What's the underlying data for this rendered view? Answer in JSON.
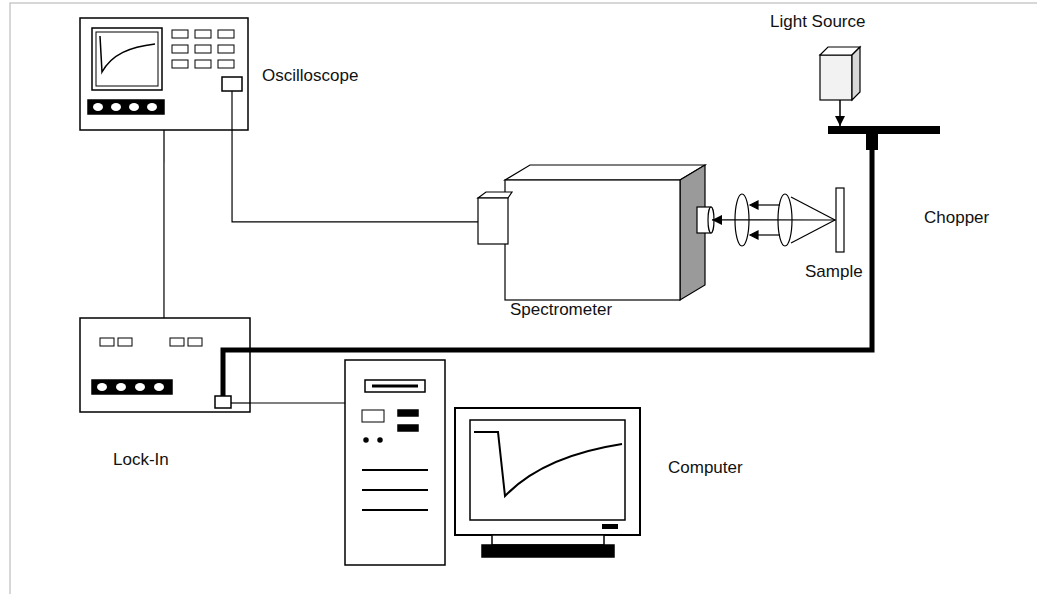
{
  "diagram": {
    "nodes": [
      {
        "text": [
          "Oscilloscope"
        ]
      },
      {
        "text": [
          "Light Source"
        ]
      },
      {
        "text": [
          "Chopper"
        ]
      },
      {
        "text": [
          "Sample"
        ]
      },
      {
        "text": [
          "Spectrometer"
        ]
      },
      {
        "text": [
          "Lock-In"
        ]
      },
      {
        "text": [
          "Computer"
        ]
      }
    ],
    "edges": [
      {
        "from": 0,
        "to": 4,
        "arrow": "none"
      },
      {
        "from": 0,
        "to": 5,
        "arrow": "none"
      },
      {
        "from": 5,
        "to": 2,
        "arrow": "none"
      },
      {
        "from": 5,
        "to": 6,
        "arrow": "none"
      },
      {
        "from": 1,
        "to": 2,
        "arrow": "to"
      },
      {
        "from": 3,
        "to": 4,
        "arrow": "to"
      }
    ]
  }
}
